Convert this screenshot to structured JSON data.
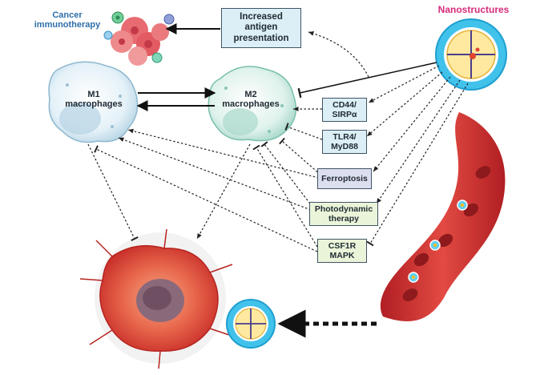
{
  "labels": {
    "nanostructures": "Nanostructures",
    "cancer_immunotherapy": "Cancer\nimmunotherapy",
    "m1": "M1\nmacrophages",
    "m2": "M2\nmacrophages",
    "increased_antigen": "Increased\nantigen\npresentation",
    "cd44": "CD44/\nSIRPα",
    "tlr4": "TLR4/\nMyD88",
    "ferroptosis": "Ferroptosis",
    "photodynamic": "Photodynamic\ntherapy",
    "csf1r": "CSF1R\nMAPK"
  },
  "colors": {
    "title_red": "#d62a7a",
    "title_blue": "#2e6fa8",
    "box_blue": "#dceef6",
    "box_green": "#eaf4d8",
    "box_lavender": "#dcdff0",
    "vessel_red": "#c8282c",
    "tumor_red": "#e14a3c",
    "nanoparticle_blue": "#3fc0e8"
  },
  "icons": [
    "tumor-cell-cluster-icon",
    "m1-macrophage-icon",
    "m2-macrophage-icon",
    "nanoparticle-icon",
    "blood-vessel-icon",
    "tumor-icon"
  ]
}
